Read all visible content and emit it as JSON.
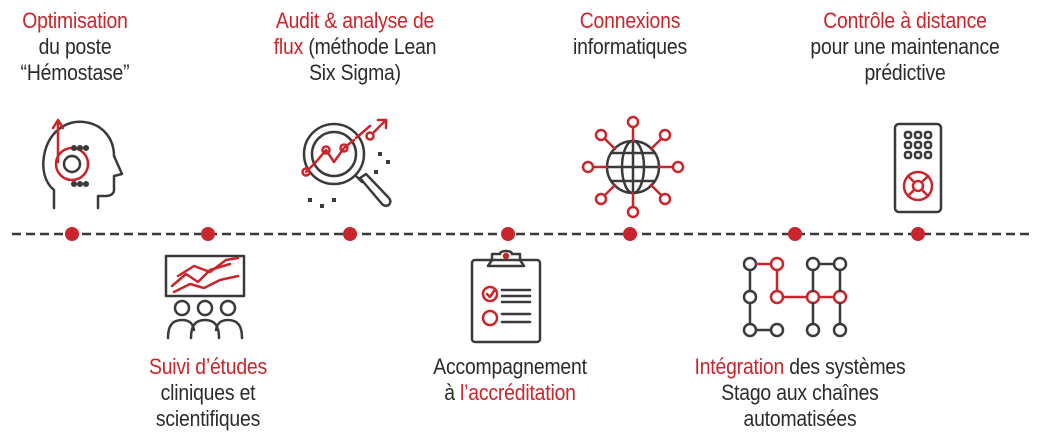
{
  "colors": {
    "accent": "#c8252c",
    "text": "#2b2b2b",
    "line": "#3a3a3a"
  },
  "top_items": [
    {
      "id": "optimisation",
      "icon": "head-target-icon",
      "title": "Optimisation",
      "line2": "du poste",
      "line3": "“Hémostase”"
    },
    {
      "id": "audit",
      "icon": "magnifier-chart-icon",
      "title": "Audit & analyse de",
      "title_tail": "flux",
      "line2_rest": " (méthode Lean",
      "line3": "Six Sigma)"
    },
    {
      "id": "connexions",
      "icon": "globe-network-icon",
      "title": "Connexions",
      "line2": "informatiques"
    },
    {
      "id": "controle",
      "icon": "remote-control-icon",
      "title": "Contrôle à distance",
      "line2": "pour une maintenance",
      "line3": "prédictive"
    }
  ],
  "bottom_items": [
    {
      "id": "suivi",
      "icon": "presentation-audience-icon",
      "title": "Suivi d’études",
      "line2": "cliniques et",
      "line3": "scientifiques"
    },
    {
      "id": "accreditation",
      "icon": "clipboard-checklist-icon",
      "line1": "Accompagnement",
      "prefix": "à ",
      "title": "l’accréditation"
    },
    {
      "id": "integration",
      "icon": "circuit-nodes-icon",
      "title": "Intégration",
      "line1_rest": " des systèmes",
      "line2": "Stago aux chaînes",
      "line3": "automatisées"
    }
  ]
}
